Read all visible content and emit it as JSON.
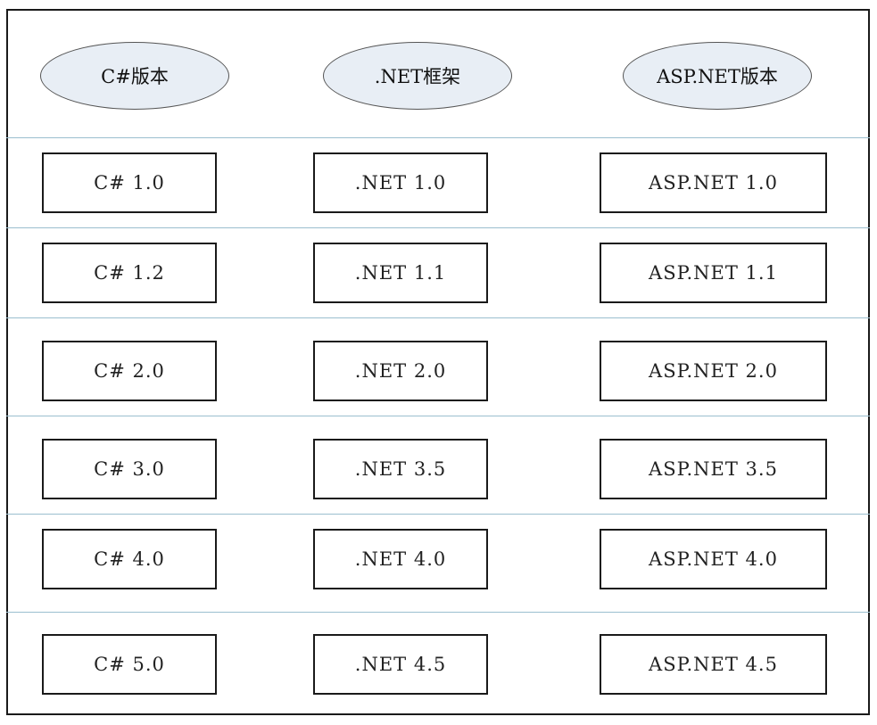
{
  "headers": [
    "C#版本",
    ".NET框架",
    "ASP.NET版本"
  ],
  "rows": [
    [
      "C# 1.0",
      ".NET 1.0",
      "ASP.NET 1.0"
    ],
    [
      "C# 1.2",
      ".NET 1.1",
      "ASP.NET 1.1"
    ],
    [
      "C# 2.0",
      ".NET 2.0",
      "ASP.NET 2.0"
    ],
    [
      "C# 3.0",
      ".NET 3.5",
      "ASP.NET 3.5"
    ],
    [
      "C# 4.0",
      ".NET 4.0",
      "ASP.NET 4.0"
    ],
    [
      "C# 5.0",
      ".NET 4.5",
      "ASP.NET 4.5"
    ]
  ],
  "colors": {
    "oval_fill": "#e8eef5",
    "divider": "#9bbfcf",
    "border": "#1a1a1a"
  }
}
